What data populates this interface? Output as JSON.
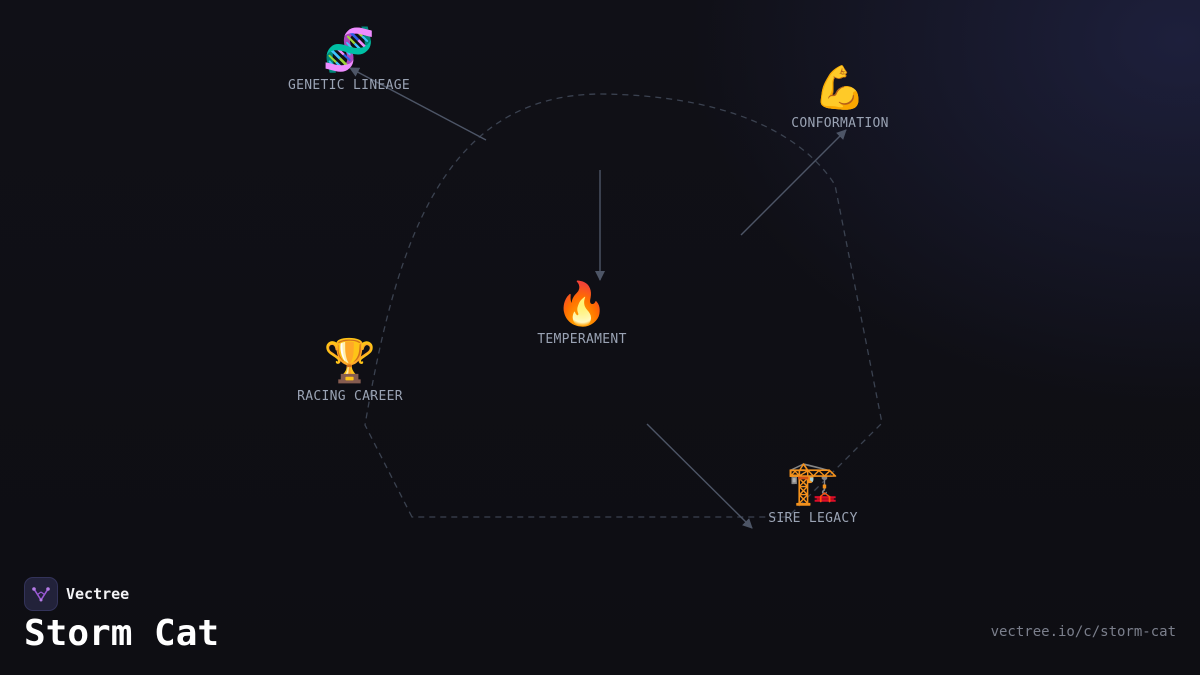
{
  "brand": {
    "name": "Vectree",
    "logo_icon": "vectree-logo-icon",
    "accent": "#9b59d6"
  },
  "title": "Storm Cat",
  "url": "vectree.io/c/storm-cat",
  "diagram": {
    "line_color": "#4d5566",
    "label_color": "#9aa3b4",
    "nodes": [
      {
        "id": "genetic-lineage",
        "label": "GENETIC LINEAGE",
        "icon": "🧬",
        "icon_name": "dna-icon"
      },
      {
        "id": "conformation",
        "label": "CONFORMATION",
        "icon": "💪",
        "icon_name": "flexed-biceps-icon"
      },
      {
        "id": "temperament",
        "label": "TEMPERAMENT",
        "icon": "🔥",
        "icon_name": "fire-icon"
      },
      {
        "id": "racing-career",
        "label": "RACING CAREER",
        "icon": "🏆",
        "icon_name": "trophy-icon"
      },
      {
        "id": "sire-legacy",
        "label": "SIRE LEGACY",
        "icon": "🏗️",
        "icon_name": "construction-crane-icon"
      }
    ]
  }
}
